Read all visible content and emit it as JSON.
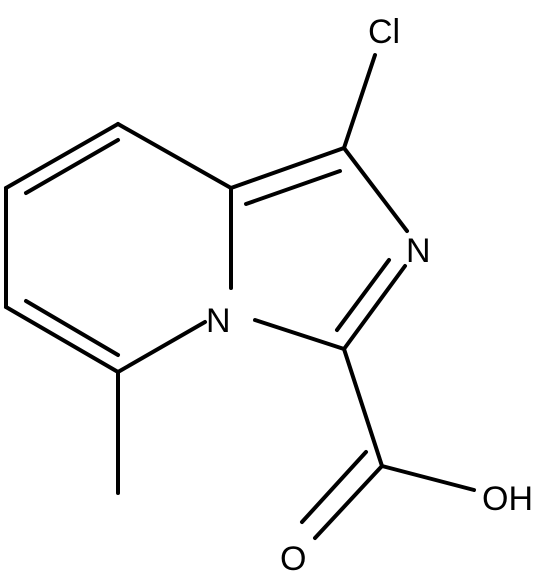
{
  "molecule": {
    "atoms": {
      "cl": "Cl",
      "n_ring": "N",
      "n_bridge": "N",
      "oh": "OH",
      "o_carbonyl": "O"
    },
    "colors": {
      "line": "#000000",
      "background": "#ffffff"
    }
  }
}
